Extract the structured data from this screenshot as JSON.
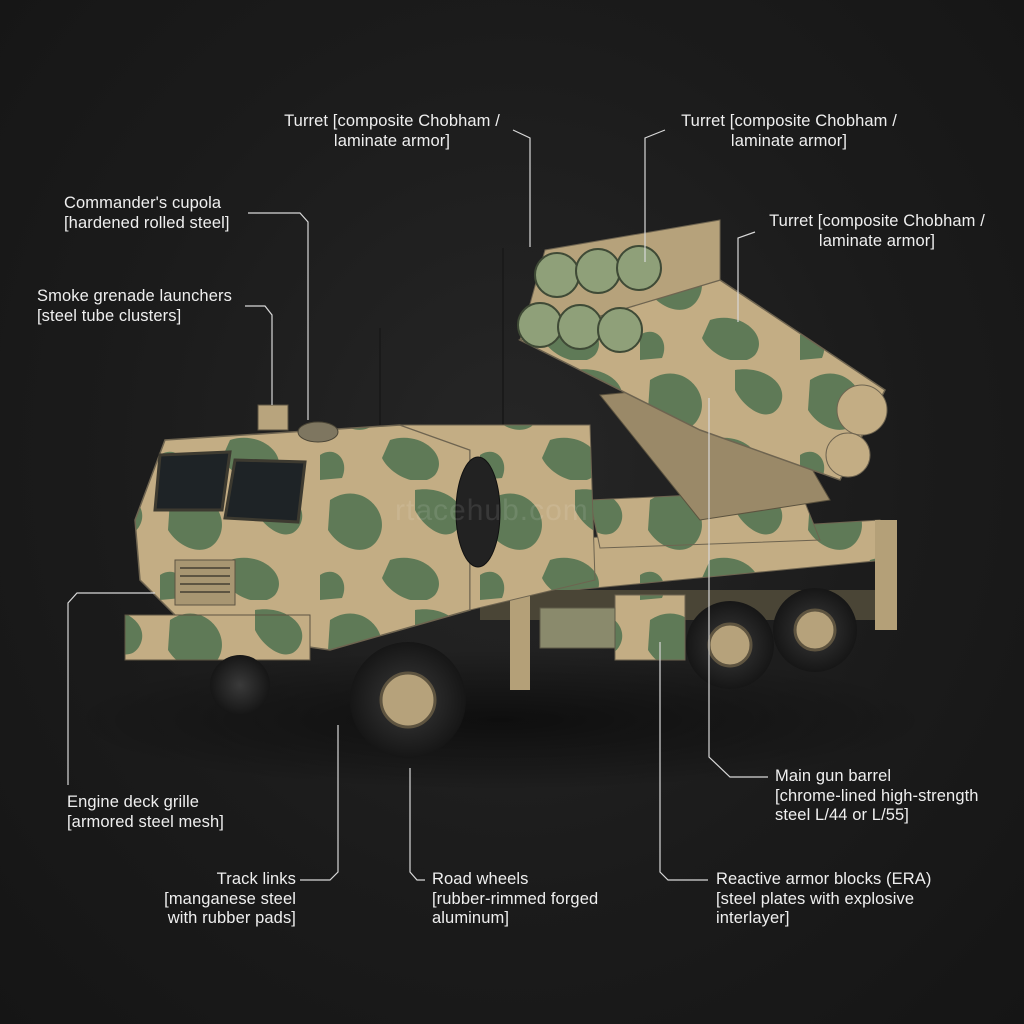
{
  "watermark": "rtacehub.com",
  "colors": {
    "background": "#1b1b1b",
    "label_text": "#efefef",
    "leader_line": "#d8d8d8",
    "camo_tan": "#c3ad84",
    "camo_green": "#5f7a57"
  },
  "labels": [
    {
      "id": "turret-left",
      "lines": [
        "Turret [composite Chobham /",
        "laminate armor]"
      ]
    },
    {
      "id": "turret-mid",
      "lines": [
        "Turret [composite Chobham /",
        "laminate armor]"
      ]
    },
    {
      "id": "turret-right",
      "lines": [
        "Turret [composite Chobham /",
        "laminate armor]"
      ]
    },
    {
      "id": "commanders-cupola",
      "lines": [
        "Commander's cupola",
        "[hardened rolled steel]"
      ]
    },
    {
      "id": "smoke-grenade-launchers",
      "lines": [
        "Smoke grenade launchers",
        "[steel tube clusters]"
      ]
    },
    {
      "id": "engine-deck-grille",
      "lines": [
        "Engine deck grille",
        "[armored steel mesh]"
      ]
    },
    {
      "id": "track-links",
      "lines": [
        "Track links",
        "[manganese steel",
        "with rubber pads]"
      ]
    },
    {
      "id": "road-wheels",
      "lines": [
        "Road wheels",
        "[rubber-rimmed forged",
        "aluminum]"
      ]
    },
    {
      "id": "reactive-armor-blocks",
      "lines": [
        "Reactive armor blocks (ERA)",
        "[steel plates with explosive",
        "interlayer]"
      ]
    },
    {
      "id": "main-gun-barrel",
      "lines": [
        "Main gun barrel",
        "[chrome-lined high-strength",
        "steel L/44 or L/55]"
      ]
    }
  ]
}
